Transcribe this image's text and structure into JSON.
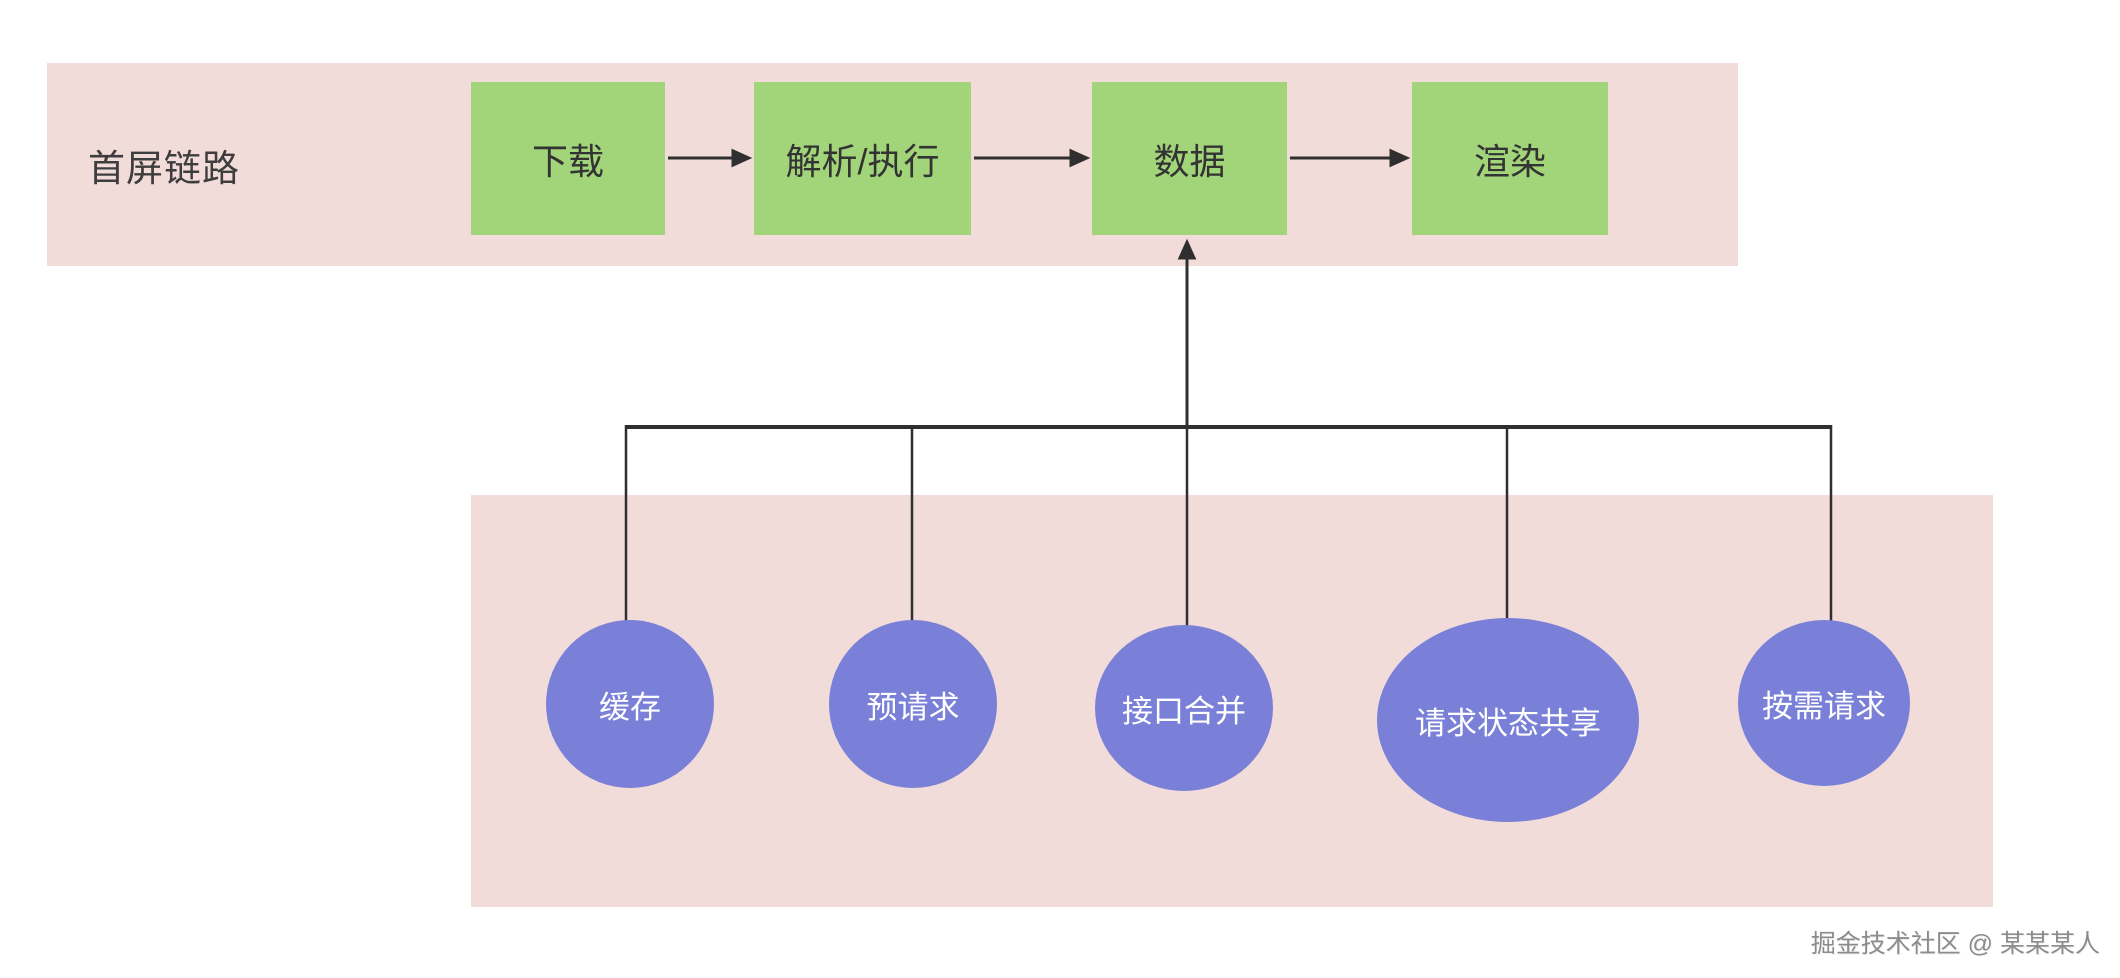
{
  "banner": {
    "title": "首屏链路",
    "steps": [
      {
        "label": "下载"
      },
      {
        "label": "解析/执行"
      },
      {
        "label": "数据"
      },
      {
        "label": "渲染"
      }
    ]
  },
  "strategies": [
    {
      "label": "缓存"
    },
    {
      "label": "预请求"
    },
    {
      "label": "接口合并"
    },
    {
      "label": "请求状态共享"
    },
    {
      "label": "按需请求"
    }
  ],
  "watermark": "掘金技术社区 @ 某某某人",
  "colors": {
    "banner_pink": "#f2dcda",
    "area_pink": "#f2dcda",
    "step_green": "#a2d57a",
    "bubble_purple": "#7a80d8",
    "line_dark": "#2f2f2f",
    "text_dark": "#3d3d3d",
    "bubble_text": "#ffffff",
    "watermark_gray": "#8c8c8c"
  }
}
